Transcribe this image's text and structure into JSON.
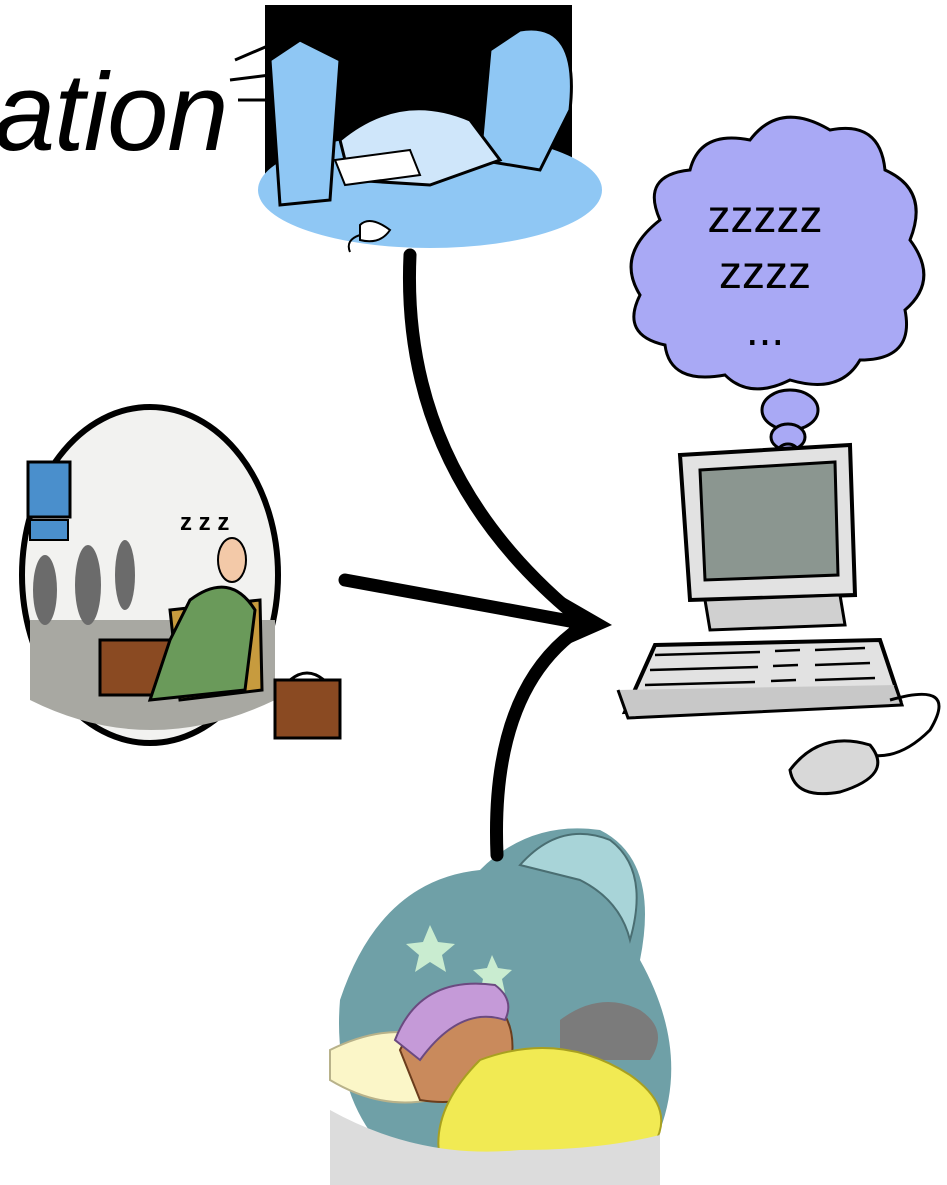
{
  "slide": {
    "title_fragment": "ation",
    "thought_cloud": {
      "lines": [
        "zzzzz",
        "zzzz",
        "..."
      ],
      "fill_color": "#a9a9f5"
    },
    "arrows": [
      "from-office-sleeper",
      "from-waiting-room-sleeper",
      "from-bed-sleeper"
    ],
    "pictures": [
      "sleeping-at-desk-clipart",
      "sleeping-in-waiting-room-clipart",
      "sleeping-in-bed-clipart",
      "computer-clipart"
    ]
  }
}
